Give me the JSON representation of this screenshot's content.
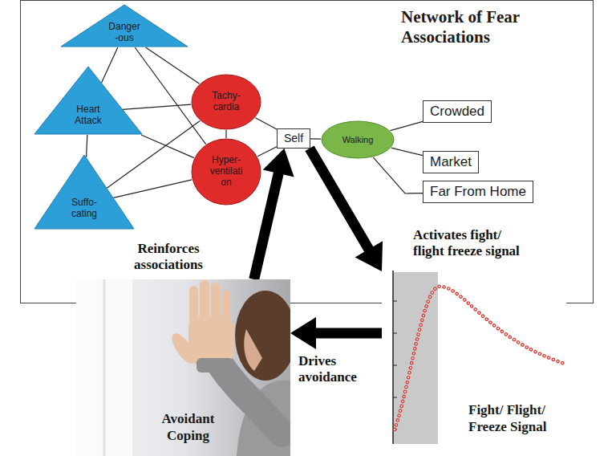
{
  "diagram": {
    "nodes": [
      {
        "text": [
          "Network of Fear Associations"
        ]
      },
      {
        "text": [
          "Danger -ous"
        ],
        "in": 0
      },
      {
        "text": [
          "Heart Attack"
        ],
        "in": 0
      },
      {
        "text": [
          "Suffo- cating"
        ],
        "in": 0
      },
      {
        "text": [
          "Tachy- cardia"
        ],
        "in": 0
      },
      {
        "text": [
          "Hyper- ventilati on"
        ],
        "in": 0
      },
      {
        "text": [
          "Self"
        ],
        "in": 0
      },
      {
        "text": [
          "Walking"
        ],
        "in": 0
      },
      {
        "text": [
          "Crowded"
        ],
        "in": 0
      },
      {
        "text": [
          "Market"
        ],
        "in": 0
      },
      {
        "text": [
          "Far From Home"
        ],
        "in": 0
      },
      {
        "text": [
          "Avoidant Coping"
        ]
      },
      {
        "text": [
          "Fight/ Flight/ Freeze Signal"
        ]
      }
    ],
    "edges": [
      {
        "from": 1,
        "to": 2,
        "arrow": "none"
      },
      {
        "from": 1,
        "to": 4,
        "arrow": "none"
      },
      {
        "from": 1,
        "to": 5,
        "arrow": "none"
      },
      {
        "from": 2,
        "to": 3,
        "arrow": "none"
      },
      {
        "from": 2,
        "to": 4,
        "arrow": "none"
      },
      {
        "from": 2,
        "to": 5,
        "arrow": "none"
      },
      {
        "from": 3,
        "to": 4,
        "arrow": "none"
      },
      {
        "from": 3,
        "to": 5,
        "arrow": "none"
      },
      {
        "from": 4,
        "to": 5,
        "arrow": "none"
      },
      {
        "from": 4,
        "to": 6,
        "arrow": "none"
      },
      {
        "from": 5,
        "to": 6,
        "arrow": "none"
      },
      {
        "from": 6,
        "to": 7,
        "arrow": "none"
      },
      {
        "from": 7,
        "to": 8,
        "arrow": "none"
      },
      {
        "from": 7,
        "to": 9,
        "arrow": "none"
      },
      {
        "from": 7,
        "to": 10,
        "arrow": "none"
      },
      {
        "from": 11,
        "to": 6,
        "label": "Reinforces associations",
        "arrow": "to"
      },
      {
        "from": 6,
        "to": 12,
        "label": "Activates fight/ flight freeze signal",
        "arrow": "to"
      },
      {
        "from": 12,
        "to": 11,
        "label": "Drives avoidance",
        "arrow": "to"
      }
    ]
  }
}
